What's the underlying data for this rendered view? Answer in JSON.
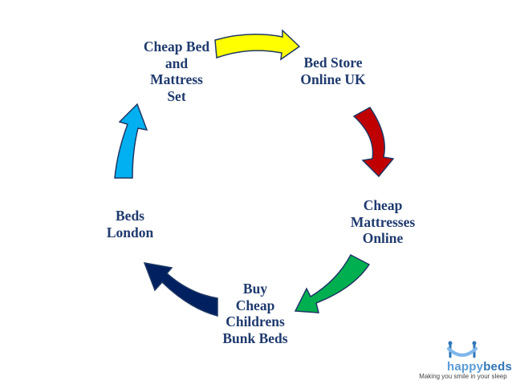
{
  "diagram": {
    "nodes": [
      {
        "id": "top-left",
        "label": "Cheap Bed\nand\nMattress\nSet"
      },
      {
        "id": "top-right",
        "label": "Bed Store\nOnline UK"
      },
      {
        "id": "right",
        "label": "Cheap\nMattresses\nOnline"
      },
      {
        "id": "bottom",
        "label": "Buy\nCheap\nChildrens\nBunk Beds"
      },
      {
        "id": "left",
        "label": "Beds\nLondon"
      }
    ],
    "arrows": [
      {
        "from": "top-left",
        "to": "top-right",
        "color": "#ffff00"
      },
      {
        "from": "top-right",
        "to": "right",
        "color": "#c00000"
      },
      {
        "from": "right",
        "to": "bottom",
        "color": "#00b050"
      },
      {
        "from": "bottom",
        "to": "left",
        "color": "#002060"
      },
      {
        "from": "left",
        "to": "top-left",
        "color": "#00b0f0"
      }
    ]
  },
  "logo": {
    "word_part1": "happy",
    "word_part2": "beds",
    "tagline": "Making you smile in your sleep"
  }
}
